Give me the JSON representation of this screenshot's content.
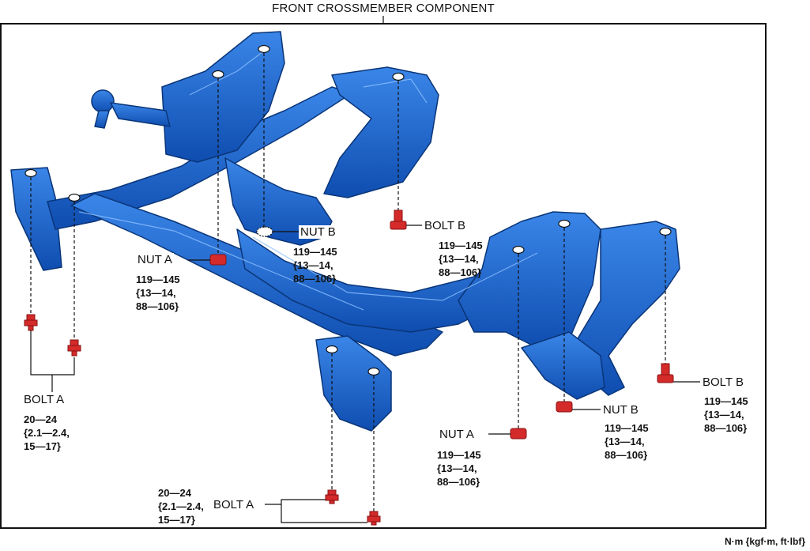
{
  "title": "FRONT CROSSMEMBER COMPONENT",
  "units": "N·m {kgf·m, ft·lbf}",
  "callouts": {
    "nut_b_center": {
      "name": "NUT B",
      "torque": [
        "119—145",
        "{13—14,",
        "88—106}"
      ]
    },
    "nut_a_left": {
      "name": "NUT A",
      "torque": [
        "119—145",
        "{13—14,",
        "88—106}"
      ]
    },
    "bolt_b_center": {
      "name": "BOLT B",
      "torque": [
        "119—145",
        "{13—14,",
        "88—106}"
      ]
    },
    "bolt_a_left": {
      "name": "BOLT A",
      "torque": [
        "20—24",
        "{2.1—2.4,",
        "15—17}"
      ]
    },
    "nut_a_right": {
      "name": "NUT  A",
      "torque": [
        "119—145",
        "{13—14,",
        "88—106}"
      ]
    },
    "nut_b_right": {
      "name": "NUT  B",
      "torque": [
        "119—145",
        "{13—14,",
        "88—106}"
      ]
    },
    "bolt_b_right": {
      "name": "BOLT B",
      "torque": [
        "119—145",
        "{13—14,",
        "88—106}"
      ]
    },
    "bolt_a_bottom": {
      "name": "BOLT A",
      "torque": [
        "20—24",
        "{2.1—2.4,",
        "15—17}"
      ]
    }
  },
  "colors": {
    "crossmember_blue": "#1a63c9",
    "crossmember_dark": "#0d3f8f",
    "fastener_red": "#d42a2a"
  }
}
